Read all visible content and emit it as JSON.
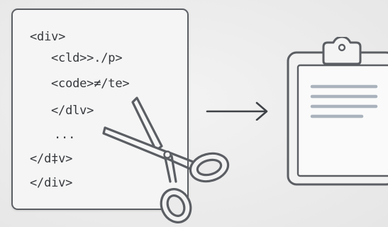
{
  "code": {
    "lines": [
      "<div>",
      "<cld>>./p>",
      "<code>≠/te>",
      "</dlv>",
      "...",
      "</d‡v>",
      "</div>"
    ]
  },
  "icons": {
    "scissors": "scissors-icon",
    "arrow": "arrow-right-icon",
    "clipboard": "clipboard-icon"
  },
  "colors": {
    "stroke": "#5b5e63",
    "text": "#34373b",
    "background": "#ebebeb",
    "clipboard_lines": "#aab3bd"
  }
}
